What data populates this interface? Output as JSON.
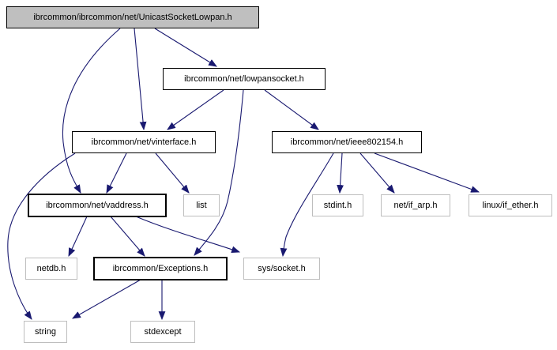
{
  "diagram": {
    "type": "include-dependency-graph",
    "background_color": "#ffffff",
    "edge_color": "#191970",
    "current_node_fill": "#bfbfbf",
    "internal_node_border": "#000000",
    "external_node_border": "#bebebe",
    "nodes": [
      {
        "id": "unicastsocketlowpan",
        "label": "ibrcommon/ibrcommon/net/UnicastSocketLowpan.h",
        "kind": "current"
      },
      {
        "id": "lowpansocket",
        "label": "ibrcommon/net/lowpansocket.h",
        "kind": "internal"
      },
      {
        "id": "vinterface",
        "label": "ibrcommon/net/vinterface.h",
        "kind": "internal"
      },
      {
        "id": "ieee802154",
        "label": "ibrcommon/net/ieee802154.h",
        "kind": "internal"
      },
      {
        "id": "vaddress",
        "label": "ibrcommon/net/vaddress.h",
        "kind": "internal"
      },
      {
        "id": "list",
        "label": "list",
        "kind": "external"
      },
      {
        "id": "stdint",
        "label": "stdint.h",
        "kind": "external"
      },
      {
        "id": "net-if-arp",
        "label": "net/if_arp.h",
        "kind": "external"
      },
      {
        "id": "linux-if-ether",
        "label": "linux/if_ether.h",
        "kind": "external"
      },
      {
        "id": "netdb",
        "label": "netdb.h",
        "kind": "external"
      },
      {
        "id": "exceptions",
        "label": "ibrcommon/Exceptions.h",
        "kind": "internal"
      },
      {
        "id": "sys-socket",
        "label": "sys/socket.h",
        "kind": "external"
      },
      {
        "id": "string",
        "label": "string",
        "kind": "external"
      },
      {
        "id": "stdexcept",
        "label": "stdexcept",
        "kind": "external"
      }
    ],
    "edges": [
      {
        "from": "unicastsocketlowpan",
        "to": "lowpansocket"
      },
      {
        "from": "unicastsocketlowpan",
        "to": "vinterface"
      },
      {
        "from": "unicastsocketlowpan",
        "to": "vaddress"
      },
      {
        "from": "lowpansocket",
        "to": "vinterface"
      },
      {
        "from": "lowpansocket",
        "to": "ieee802154"
      },
      {
        "from": "lowpansocket",
        "to": "exceptions"
      },
      {
        "from": "vinterface",
        "to": "vaddress"
      },
      {
        "from": "vinterface",
        "to": "list"
      },
      {
        "from": "vinterface",
        "to": "string"
      },
      {
        "from": "ieee802154",
        "to": "stdint"
      },
      {
        "from": "ieee802154",
        "to": "net-if-arp"
      },
      {
        "from": "ieee802154",
        "to": "linux-if-ether"
      },
      {
        "from": "ieee802154",
        "to": "sys-socket"
      },
      {
        "from": "vaddress",
        "to": "netdb"
      },
      {
        "from": "vaddress",
        "to": "exceptions"
      },
      {
        "from": "vaddress",
        "to": "sys-socket"
      },
      {
        "from": "exceptions",
        "to": "string"
      },
      {
        "from": "exceptions",
        "to": "stdexcept"
      }
    ]
  }
}
